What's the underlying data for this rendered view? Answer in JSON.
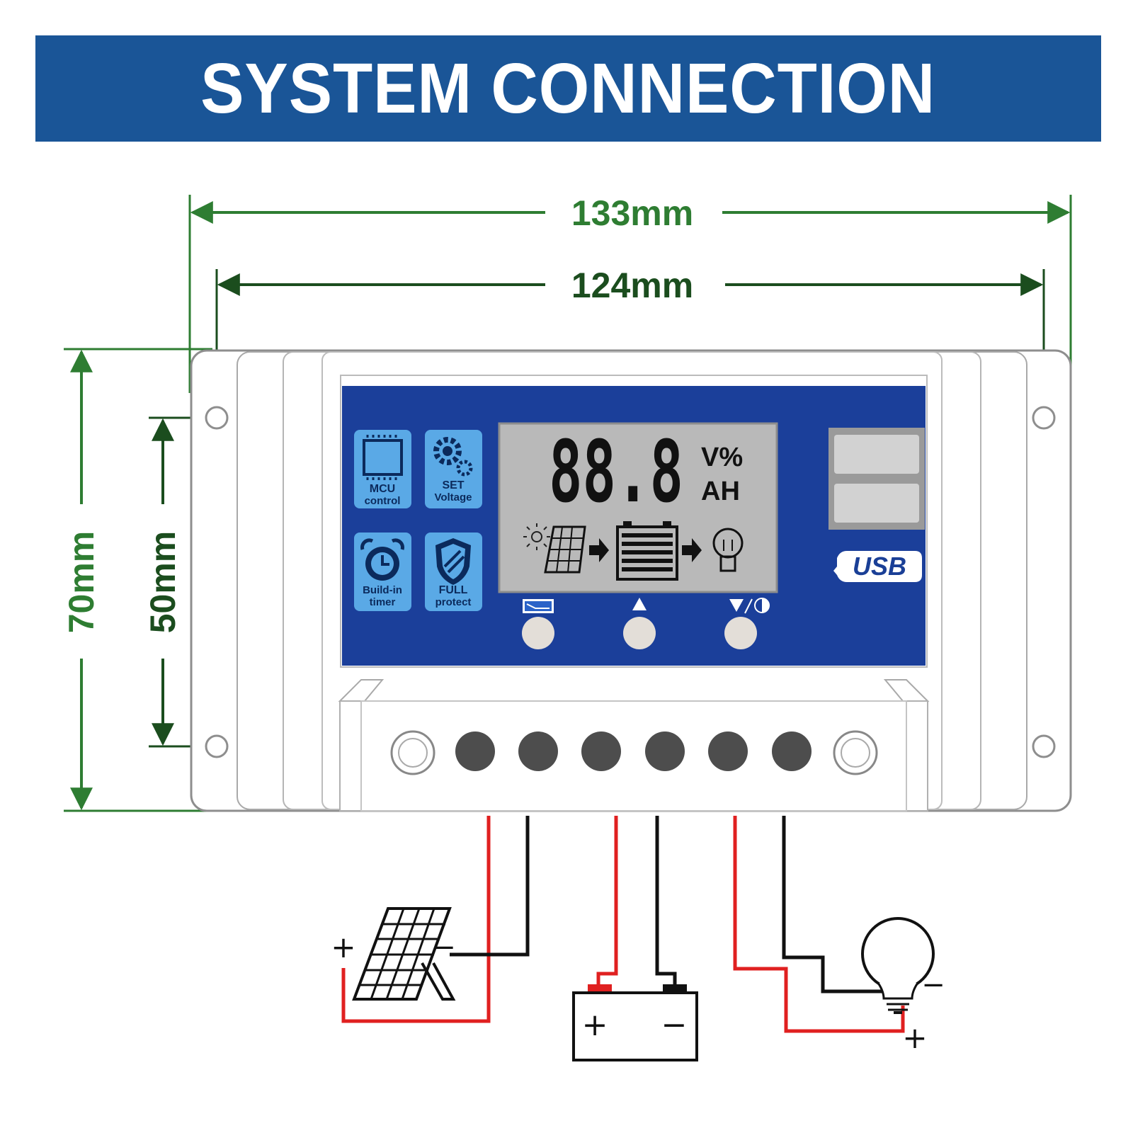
{
  "banner": {
    "title": "SYSTEM CONNECTION"
  },
  "dimensions": {
    "overall_width": "133mm",
    "hole_spacing_width": "124mm",
    "overall_height": "70mm",
    "hole_spacing_height": "50mm"
  },
  "features": [
    {
      "line1": "MCU",
      "line2": "control",
      "icon": "chip-icon"
    },
    {
      "line1": "SET",
      "line2": "Voltage",
      "icon": "gear-icon"
    },
    {
      "line1": "Build-in",
      "line2": "timer",
      "icon": "alarm-clock-icon"
    },
    {
      "line1": "FULL",
      "line2": "protect",
      "icon": "shield-icon"
    }
  ],
  "lcd": {
    "digits": "88.8",
    "unit_top": "V%",
    "unit_bottom": "AH"
  },
  "usb_label": "USB",
  "buttons": [
    {
      "icon": "menu-icon"
    },
    {
      "icon": "up-arrow-icon"
    },
    {
      "icon": "down-arrow-brightness-icon"
    }
  ],
  "polarity": {
    "plus": "+",
    "minus": "−"
  },
  "colors": {
    "banner": "#1a5597",
    "panel": "#1b3f9a",
    "dimension": "#2e7d32",
    "positive_wire": "#e02020",
    "negative_wire": "#111111",
    "lcd": "#b9b9b9"
  },
  "components": [
    "solar-panel-icon",
    "battery-icon",
    "light-bulb-icon"
  ]
}
